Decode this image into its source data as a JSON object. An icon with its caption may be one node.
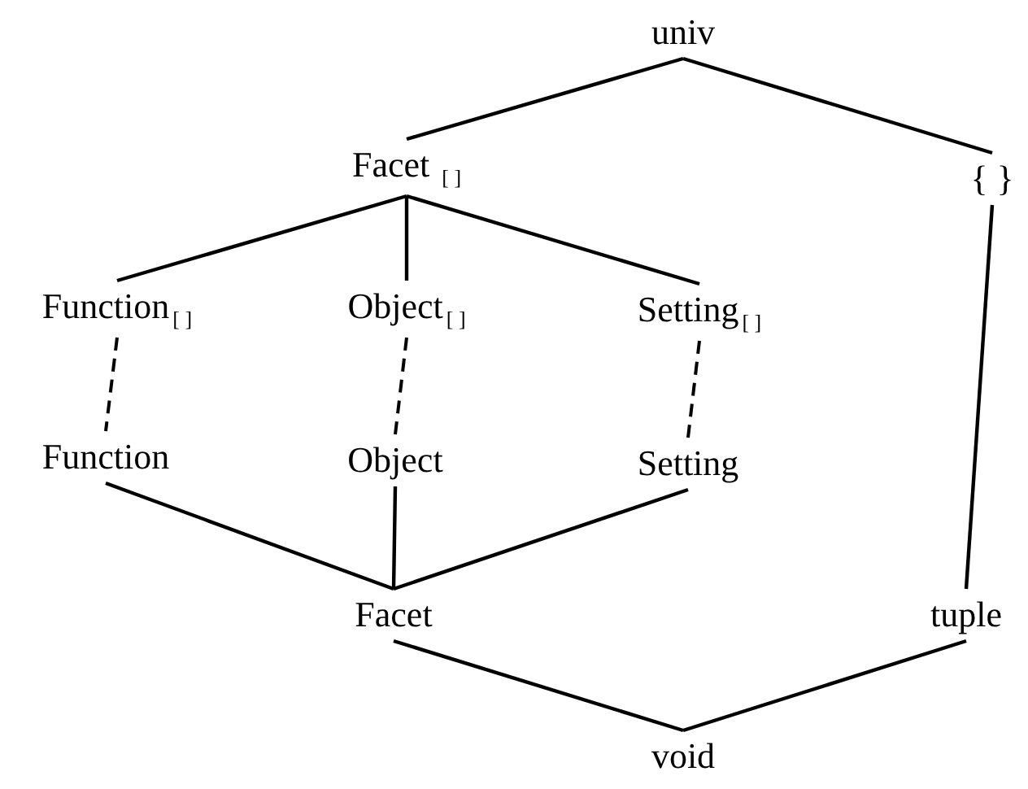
{
  "diagram": {
    "nodes": [
      {
        "text": [
          "univ"
        ]
      },
      {
        "text": [
          "Facet $_{[ ]}$"
        ]
      },
      {
        "text": [
          "{ }"
        ]
      },
      {
        "text": [
          "Function$_{[ ]}$"
        ]
      },
      {
        "text": [
          "Object$_{[ ]}$"
        ]
      },
      {
        "text": [
          "Setting$_{[ ]}$"
        ]
      },
      {
        "text": [
          "Function"
        ]
      },
      {
        "text": [
          "Object"
        ]
      },
      {
        "text": [
          "Setting"
        ]
      },
      {
        "text": [
          "Facet"
        ]
      },
      {
        "text": [
          "tuple"
        ]
      },
      {
        "text": [
          "void"
        ]
      }
    ],
    "edges": [
      {
        "from": 0,
        "to": 1,
        "arrow": "none"
      },
      {
        "from": 0,
        "to": 2,
        "arrow": "none"
      },
      {
        "from": 1,
        "to": 3,
        "arrow": "none"
      },
      {
        "from": 1,
        "to": 4,
        "arrow": "none"
      },
      {
        "from": 1,
        "to": 5,
        "arrow": "none"
      },
      {
        "from": 3,
        "to": 6,
        "arrow": "none",
        "style": "dashed"
      },
      {
        "from": 4,
        "to": 7,
        "arrow": "none",
        "style": "dashed"
      },
      {
        "from": 5,
        "to": 8,
        "arrow": "none",
        "style": "dashed"
      },
      {
        "from": 6,
        "to": 9,
        "arrow": "none"
      },
      {
        "from": 7,
        "to": 9,
        "arrow": "none"
      },
      {
        "from": 8,
        "to": 9,
        "arrow": "none"
      },
      {
        "from": 2,
        "to": 10,
        "arrow": "none"
      },
      {
        "from": 9,
        "to": 11,
        "arrow": "none"
      },
      {
        "from": 10,
        "to": 11,
        "arrow": "none"
      }
    ]
  }
}
